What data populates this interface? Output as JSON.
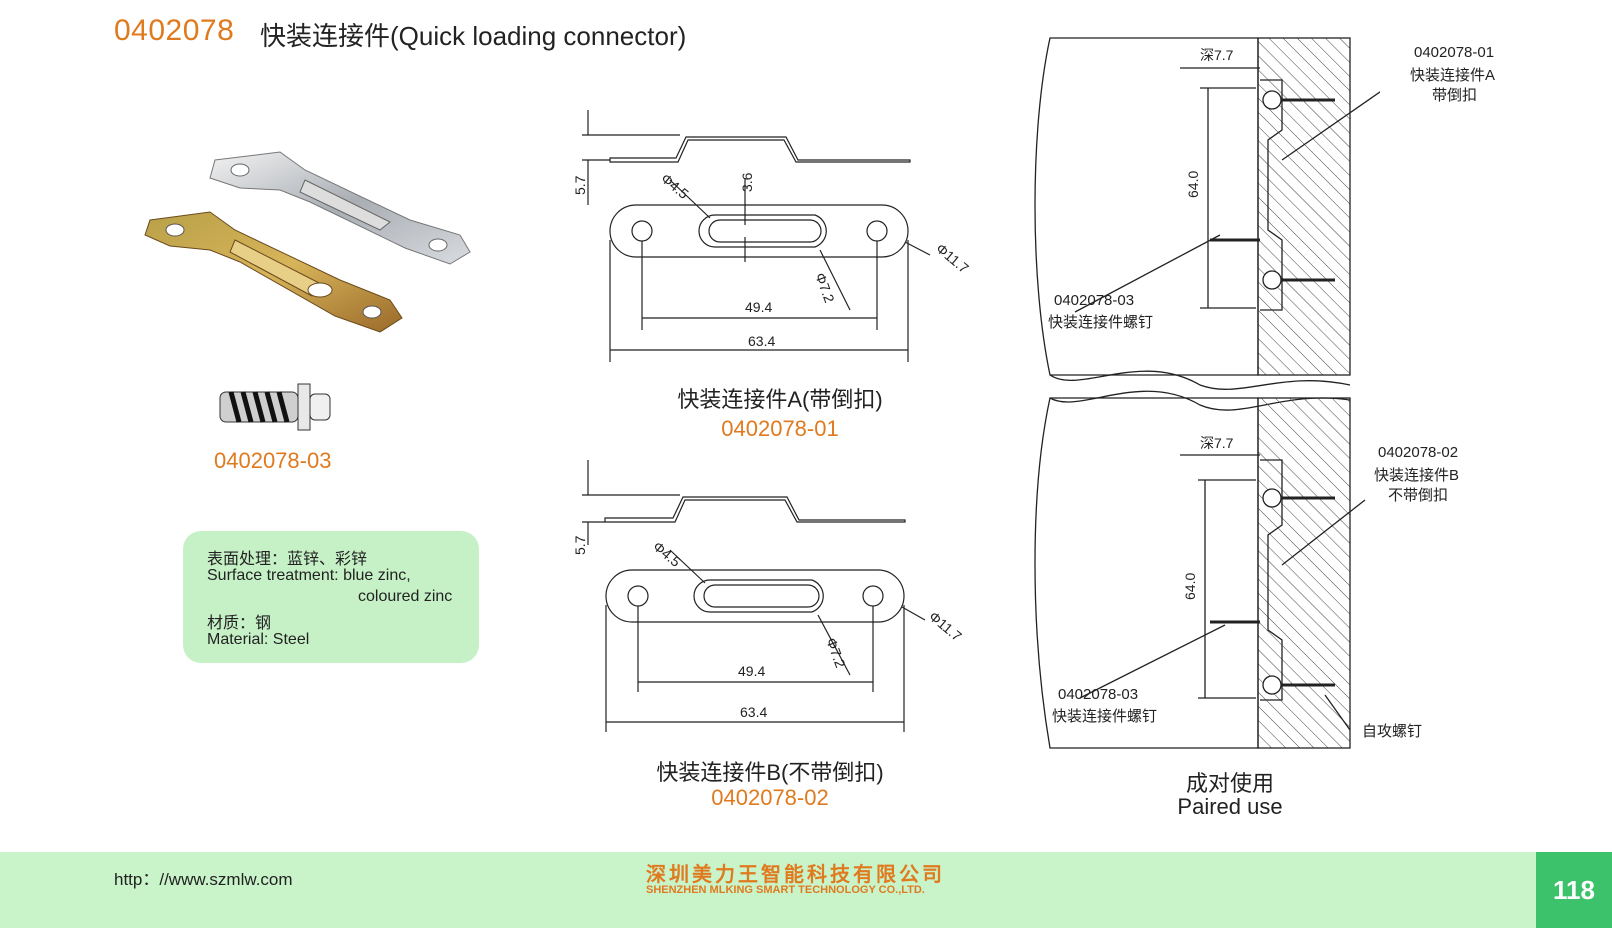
{
  "header": {
    "code": "0402078",
    "name": "快装连接件(Quick loading connector)"
  },
  "photo": {
    "screw_code": "0402078-03"
  },
  "surface_info": {
    "line1": "表面处理：蓝锌、彩锌",
    "line2": "Surface treatment: blue zinc,",
    "line3": "coloured zinc",
    "line4": "材质：钢",
    "line5": "Material: Steel"
  },
  "drawing_a": {
    "height": "5.7",
    "hole_dia": "Φ4.5",
    "slot_w": "3.6",
    "end_dia": "Φ11.7",
    "slot_dia": "Φ7.2",
    "hole_pitch": "49.4",
    "length": "63.4",
    "caption": "快装连接件A(带倒扣)",
    "code": "0402078-01"
  },
  "drawing_b": {
    "height": "5.7",
    "hole_dia": "Φ4.5",
    "end_dia": "Φ11.7",
    "slot_dia": "Φ7.2",
    "hole_pitch": "49.4",
    "length": "63.4",
    "caption": "快装连接件B(不带倒扣)",
    "code": "0402078-02"
  },
  "assembly_top": {
    "depth": "深7.7",
    "distance": "64.0",
    "part_code": "0402078-01",
    "part_name1": "快装连接件A",
    "part_name2": "带倒扣",
    "screw_code": "0402078-03",
    "screw_name": "快装连接件螺钉"
  },
  "assembly_bottom": {
    "depth": "深7.7",
    "distance": "64.0",
    "part_code": "0402078-02",
    "part_name1": "快装连接件B",
    "part_name2": "不带倒扣",
    "screw_code": "0402078-03",
    "screw_name": "快装连接件螺钉",
    "self_tap": "自攻螺钉"
  },
  "paired": {
    "cn": "成对使用",
    "en": "Paired use"
  },
  "footer": {
    "url": "http：//www.szmlw.com",
    "company_cn": "深圳美力王智能科技有限公司",
    "company_en": "SHENZHEN MLKING SMART TECHNOLOGY CO.,LTD.",
    "page": "118"
  },
  "colors": {
    "accent": "#e07a1f",
    "panel": "#c6f1c6",
    "footer": "#c9f4c9",
    "page_box": "#3cc26a"
  }
}
